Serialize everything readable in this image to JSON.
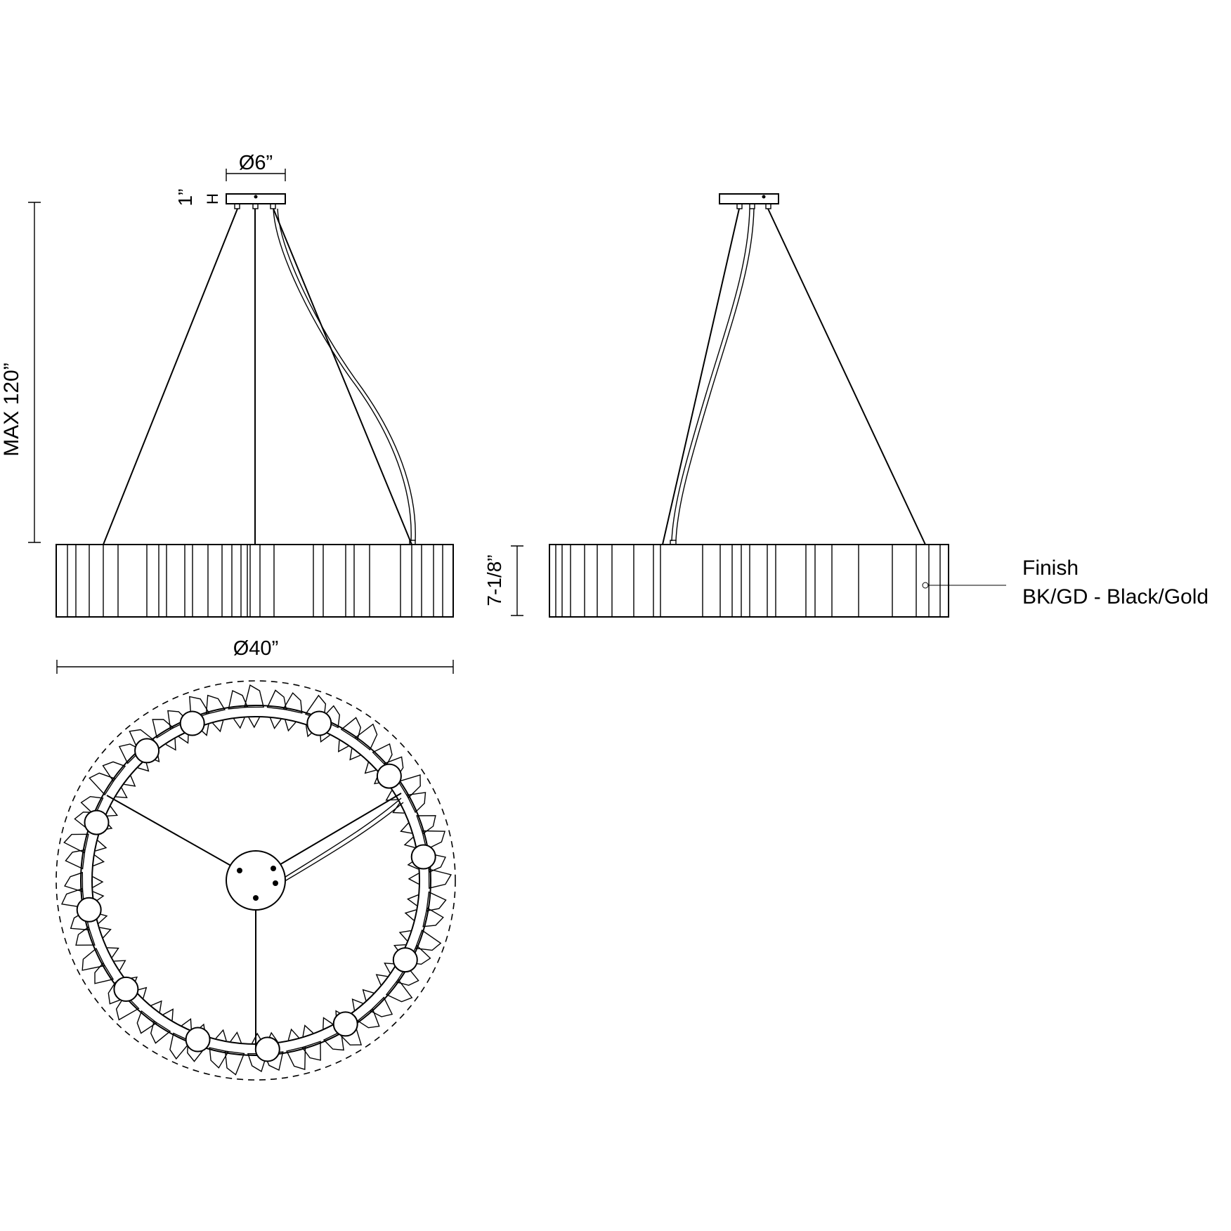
{
  "dimensions": {
    "canopy_diameter": "Ø6”",
    "canopy_height": "1”",
    "canopy_height_marker": "H",
    "max_height": "MAX 120”",
    "body_height": "7-1/8”",
    "body_diameter": "Ø40”"
  },
  "finish": {
    "heading": "Finish",
    "option": "BK/GD - Black/Gold"
  },
  "colors": {
    "line": "#000000",
    "background": "#ffffff"
  }
}
